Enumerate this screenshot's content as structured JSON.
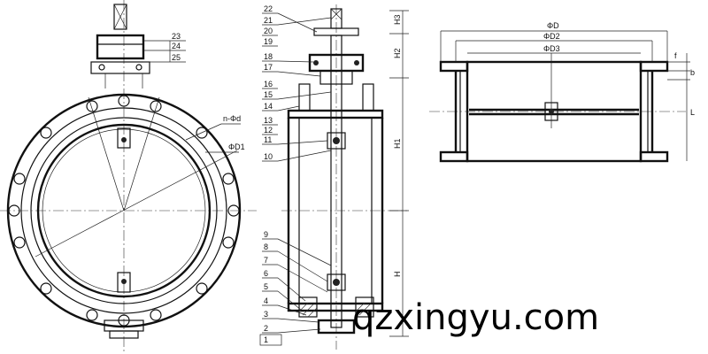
{
  "front_view": {
    "hole_callout": "n-Φd",
    "diameter_callout": "ΦD1"
  },
  "section_view": {
    "part_numbers_top": [
      "22",
      "21",
      "20",
      "19",
      "18",
      "17",
      "16",
      "15",
      "14",
      "13",
      "12",
      "11",
      "10"
    ],
    "part_numbers_bottom": [
      "9",
      "8",
      "7",
      "6",
      "5",
      "4",
      "3",
      "2",
      "1"
    ],
    "actuator_part_numbers": [
      "23",
      "24",
      "25"
    ],
    "vertical_dims": [
      "H3",
      "H2",
      "H1",
      "H"
    ]
  },
  "side_view": {
    "diameter_dims": [
      "ΦD",
      "ΦD2",
      "ΦD3"
    ],
    "small_dims": [
      "f",
      "b",
      "L"
    ]
  },
  "watermark": "qzxingyu.com"
}
